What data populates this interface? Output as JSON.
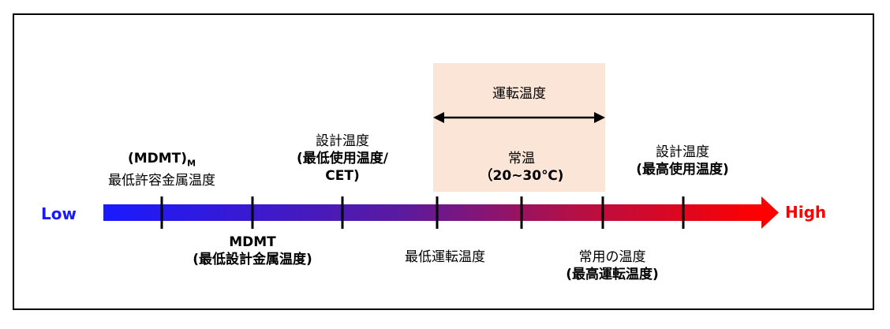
{
  "end_labels": {
    "low": "Low",
    "high": "High"
  },
  "colors": {
    "low": "#1a1aff",
    "high": "#ff0000",
    "band": "#fbe5d6"
  },
  "operating_band": {
    "label": "運転温度"
  },
  "labels_above": {
    "mdmt_m": {
      "line1": "(MDMT)",
      "line1_sub": "M",
      "line2": "最低許容金属温度"
    },
    "design_low": {
      "line1": "設計温度",
      "line2": "(最低使用温度/",
      "line3": "CET)"
    },
    "ambient": {
      "line1": "常温",
      "line2": "（20~30℃)"
    },
    "design_high": {
      "line1": "設計温度",
      "line2": "(最高使用温度)"
    }
  },
  "labels_below": {
    "mdmt": {
      "line1": "MDMT",
      "line2": "(最低設計金属温度)"
    },
    "min_operating": {
      "line1": "最低運転温度"
    },
    "normal_operating": {
      "line1": "常用の温度",
      "line2": "(最高運転温度)"
    }
  }
}
